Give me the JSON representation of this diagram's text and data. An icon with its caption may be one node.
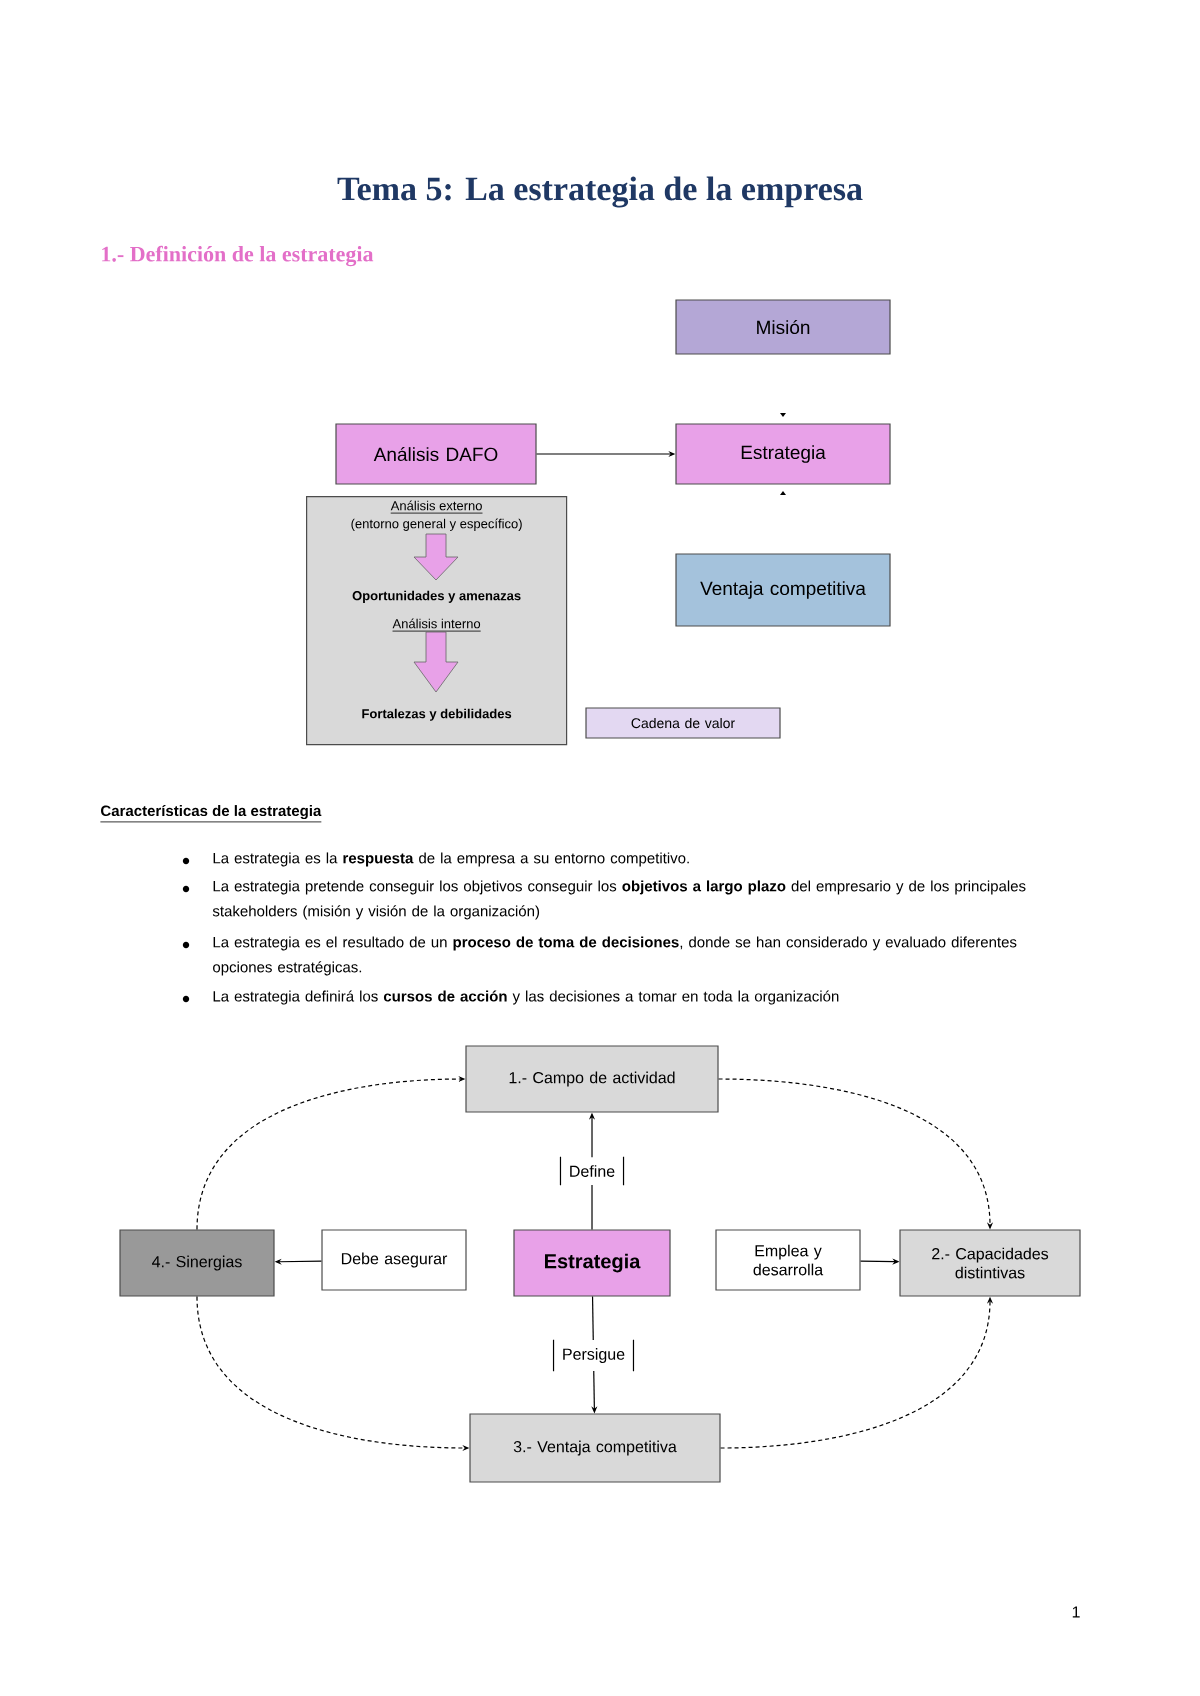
{
  "diagram": {
    "title": "Tema 5: La estrategia de la empresa",
    "nodes": [
      {
        "text": [
          "Misión"
        ]
      },
      {
        "text": [
          "Análisis DAFO"
        ]
      },
      {
        "text": [
          "Estrategia"
        ]
      },
      {
        "text": [
          "Análisis externo",
          "(entorno general y específico)",
          "Oportunidades y amenazas",
          "Análisis interno",
          "Fortalezas y debilidades"
        ]
      },
      {
        "text": [
          "Ventaja competitiva"
        ]
      },
      {
        "text": [
          "Cadena de valor"
        ]
      },
      {
        "text": [
          "1.- Campo de actividad"
        ]
      },
      {
        "text": [
          "4.- Sinergias"
        ]
      },
      {
        "text": [
          "Debe asegurar"
        ]
      },
      {
        "text": [
          "Estrategia"
        ]
      },
      {
        "text": [
          "Emplea y desarrolla"
        ]
      },
      {
        "text": [
          "2.- Capacidades distintivas"
        ]
      },
      {
        "text": [
          "3.- Ventaja competitiva"
        ]
      }
    ],
    "edges": [
      {
        "from": 1,
        "to": 2,
        "arrow": "to"
      },
      {
        "from": 9,
        "to": 6,
        "arrow": "to",
        "label": "Define"
      },
      {
        "from": 8,
        "to": 7,
        "arrow": "to"
      },
      {
        "from": 10,
        "to": 11,
        "arrow": "to"
      },
      {
        "from": 9,
        "to": 12,
        "arrow": "to",
        "label": "Persigue"
      },
      {
        "from": 7,
        "to": 6,
        "arrow": "to",
        "style": "dashed"
      },
      {
        "from": 6,
        "to": 11,
        "arrow": "to",
        "style": "dashed"
      },
      {
        "from": 7,
        "to": 12,
        "arrow": "to",
        "style": "dashed"
      },
      {
        "from": 12,
        "to": 11,
        "arrow": "to",
        "style": "dashed"
      }
    ],
    "labels": [
      "1.- Definición de la estrategia",
      "Características de la estrategia",
      "La estrategia es la **respuesta** de la empresa a su entorno competitivo.",
      "La estrategia pretende conseguir los objetivos conseguir los **objetivos a largo plazo** del empresario y de los principales stakeholders (misión y visión de la organización)",
      "La estrategia es el resultado de un **proceso de toma de decisiones**, donde se han considerado y evaluado diferentes opciones estratégicas.",
      "La estrategia definirá los **cursos de acción** y las decisiones a tomar en toda la organización",
      "1"
    ]
  }
}
